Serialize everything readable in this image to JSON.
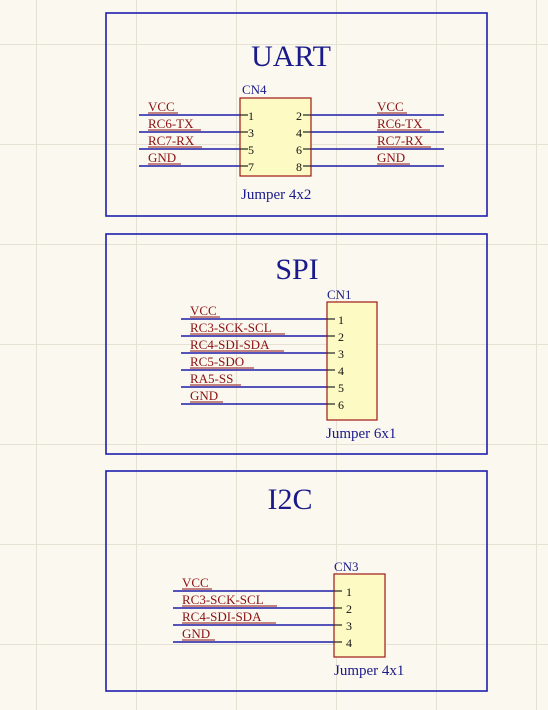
{
  "uart": {
    "title": "UART",
    "refdes": "CN4",
    "comment": "Jumper 4x2",
    "left_pins": [
      "1",
      "3",
      "5",
      "7"
    ],
    "right_pins": [
      "2",
      "4",
      "6",
      "8"
    ],
    "left_nets": [
      "VCC",
      "RC6-TX",
      "RC7-RX",
      "GND"
    ],
    "right_nets": [
      "VCC",
      "RC6-TX",
      "RC7-RX",
      "GND"
    ]
  },
  "spi": {
    "title": "SPI",
    "refdes": "CN1",
    "comment": "Jumper 6x1",
    "pins": [
      "1",
      "2",
      "3",
      "4",
      "5",
      "6"
    ],
    "nets": [
      "VCC",
      "RC3-SCK-SCL",
      "RC4-SDI-SDA",
      "RC5-SDO",
      "RA5-SS",
      "GND"
    ]
  },
  "i2c": {
    "title": "I2C",
    "refdes": "CN3",
    "comment": "Jumper 4x1",
    "pins": [
      "1",
      "2",
      "3",
      "4"
    ],
    "nets": [
      "VCC",
      "RC3-SCK-SCL",
      "RC4-SDI-SDA",
      "GND"
    ]
  }
}
